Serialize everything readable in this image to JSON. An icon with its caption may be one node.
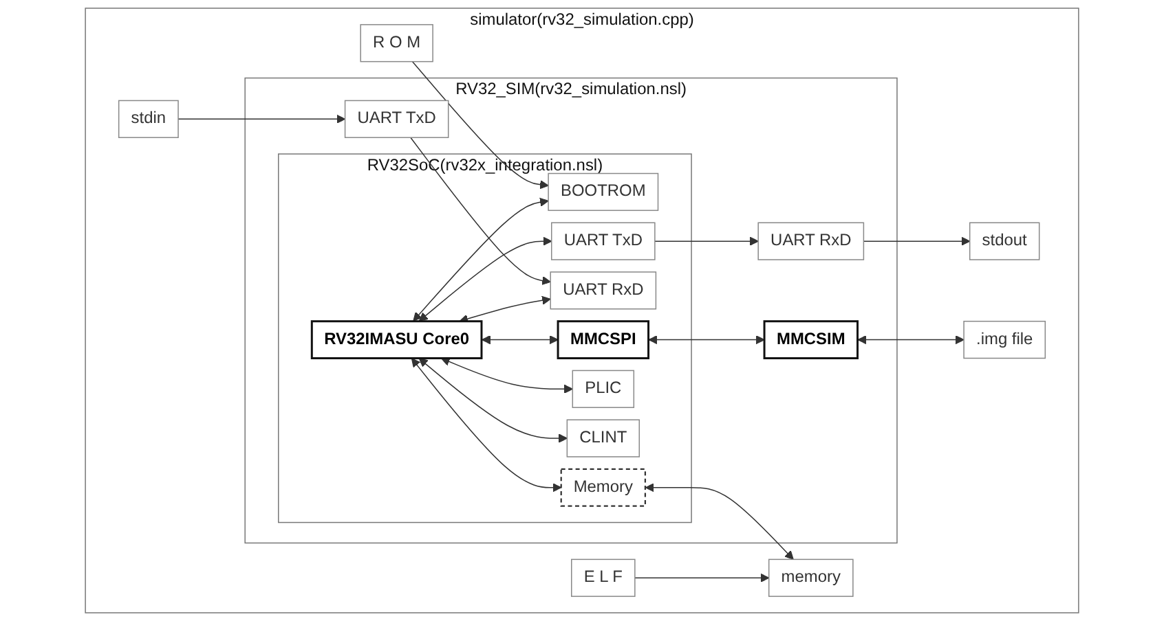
{
  "diagram": {
    "nodes": [
      {
        "text": [
          "simulator(rv32_simulation.cpp)"
        ]
      },
      {
        "text": [
          "RV32_SIM(rv32_simulation.nsl)"
        ],
        "in": 0
      },
      {
        "text": [
          "RV32SoC(rv32x_integration.nsl)"
        ],
        "in": 1
      },
      {
        "text": [
          "RV32IMASU Core0"
        ],
        "in": 2
      },
      {
        "text": [
          "BOOTROM"
        ],
        "in": 2
      },
      {
        "text": [
          "UART TxD"
        ],
        "in": 2
      },
      {
        "text": [
          "UART RxD"
        ],
        "in": 2
      },
      {
        "text": [
          "MMCSPI"
        ],
        "in": 2
      },
      {
        "text": [
          "PLIC"
        ],
        "in": 2
      },
      {
        "text": [
          "CLINT"
        ],
        "in": 2
      },
      {
        "text": [
          "Memory"
        ],
        "in": 2
      },
      {
        "text": [
          "UART RxD"
        ],
        "in": 1
      },
      {
        "text": [
          "UART TxD"
        ],
        "in": 1
      },
      {
        "text": [
          "MMCSIM"
        ],
        "in": 1
      },
      {
        "text": [
          "R O M"
        ],
        "in": 0
      },
      {
        "text": [
          "stdout"
        ],
        "in": 0
      },
      {
        "text": [
          "stdin"
        ],
        "in": 0
      },
      {
        "text": [
          ".img file"
        ],
        "in": 0
      },
      {
        "text": [
          "E L F"
        ],
        "in": 0
      },
      {
        "text": [
          "memory"
        ],
        "in": 0
      }
    ],
    "edges": [
      {
        "from": 3,
        "to": 4,
        "arrow": "both"
      },
      {
        "from": 3,
        "to": 5,
        "arrow": "both"
      },
      {
        "from": 3,
        "to": 6,
        "arrow": "both"
      },
      {
        "from": 3,
        "to": 7,
        "arrow": "both"
      },
      {
        "from": 3,
        "to": 8,
        "arrow": "both"
      },
      {
        "from": 3,
        "to": 9,
        "arrow": "both"
      },
      {
        "from": 3,
        "to": 10,
        "arrow": "both"
      },
      {
        "from": 14,
        "to": 4,
        "arrow": "to"
      },
      {
        "from": 5,
        "to": 11,
        "arrow": "to"
      },
      {
        "from": 11,
        "to": 15,
        "arrow": "to"
      },
      {
        "from": 16,
        "to": 12,
        "arrow": "to"
      },
      {
        "from": 12,
        "to": 6,
        "arrow": "to"
      },
      {
        "from": 7,
        "to": 13,
        "arrow": "both"
      },
      {
        "from": 13,
        "to": 17,
        "arrow": "both"
      },
      {
        "from": 10,
        "to": 19,
        "arrow": "both"
      },
      {
        "from": 18,
        "to": 19,
        "arrow": "to"
      }
    ]
  }
}
